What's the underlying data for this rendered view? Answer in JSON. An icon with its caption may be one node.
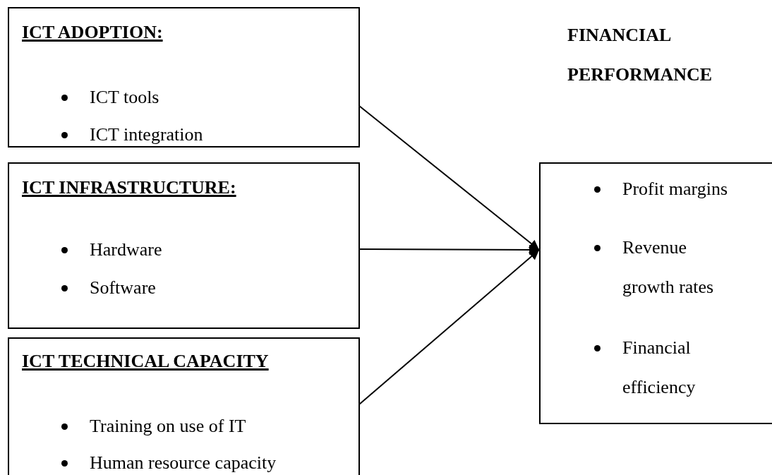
{
  "diagram": {
    "nodes": [
      {
        "text": [
          "ICT ADOPTION:",
          "ICT tools",
          "ICT integration"
        ]
      },
      {
        "text": [
          "ICT INFRASTRUCTURE:",
          "Hardware",
          "Software"
        ]
      },
      {
        "text": [
          "ICT TECHNICAL CAPACITY",
          "Training on use of IT",
          "Human resource capacity"
        ]
      },
      {
        "text": [
          "FINANCIAL PERFORMANCE",
          "Profit margins",
          "Revenue growth rates",
          "Financial efficiency"
        ]
      }
    ],
    "edges": [
      {
        "from": 0,
        "to": 3,
        "arrow": "to"
      },
      {
        "from": 1,
        "to": 3,
        "arrow": "to"
      },
      {
        "from": 2,
        "to": 3,
        "arrow": "to"
      }
    ]
  }
}
